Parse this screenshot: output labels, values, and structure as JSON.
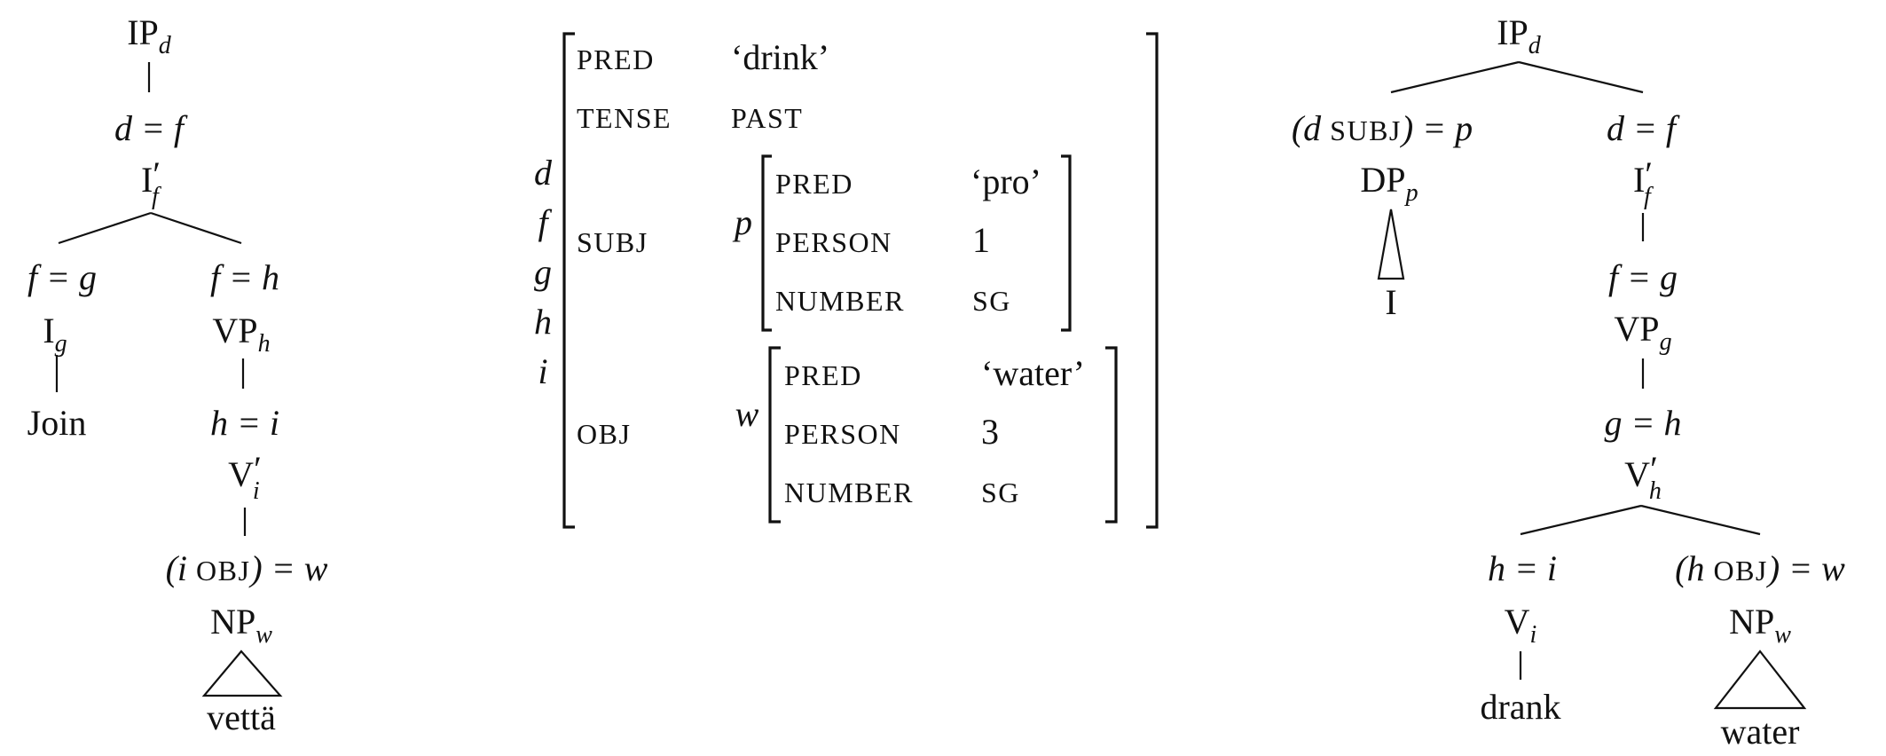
{
  "left_tree": {
    "ip_cat": "IP",
    "ip_sub": "d",
    "eq1": "d = f",
    "ibar_cat": "I",
    "ibar_prime": "′",
    "ibar_sub": "f",
    "eq_left": "f = g",
    "eq_right": "f = h",
    "i_cat": "I",
    "i_sub": "g",
    "join_word": "Join",
    "vp_cat": "VP",
    "vp_sub": "h",
    "eq_hi": "h = i",
    "vbar_cat": "V",
    "vbar_prime": "′",
    "vbar_sub": "i",
    "obj_open": "(i ",
    "obj_feat": "OBJ",
    "obj_close": ") = w",
    "np_cat": "NP",
    "np_sub": "w",
    "np_word": "vettä"
  },
  "fstructure": {
    "labels": [
      "d",
      "f",
      "g",
      "h",
      "i"
    ],
    "rows": [
      {
        "attr": "PRED",
        "value": "‘drink’"
      },
      {
        "attr": "TENSE",
        "value": "PAST"
      },
      {
        "attr": "SUBJ",
        "label": "p",
        "rows": [
          {
            "attr": "PRED",
            "value": "‘pro’"
          },
          {
            "attr": "PERSON",
            "value": "1"
          },
          {
            "attr": "NUMBER",
            "value": "SG"
          }
        ]
      },
      {
        "attr": "OBJ",
        "label": "w",
        "rows": [
          {
            "attr": "PRED",
            "value": "‘water’"
          },
          {
            "attr": "PERSON",
            "value": "3"
          },
          {
            "attr": "NUMBER",
            "value": "SG"
          }
        ]
      }
    ]
  },
  "right_tree": {
    "ip_cat": "IP",
    "ip_sub": "d",
    "subj_open": "(d ",
    "subj_feat": "SUBJ",
    "subj_close": ") = p",
    "eq_df": "d = f",
    "dp_cat": "DP",
    "dp_sub": "p",
    "dp_word": "I",
    "ibar_cat": "I",
    "ibar_prime": "′",
    "ibar_sub": "f",
    "eq_fg": "f = g",
    "vp_cat": "VP",
    "vp_sub": "g",
    "eq_gh": "g = h",
    "vbar_cat": "V",
    "vbar_prime": "′",
    "vbar_sub": "h",
    "eq_hi": "h = i",
    "obj_open": "(h ",
    "obj_feat": "OBJ",
    "obj_close": ") = w",
    "v_cat": "V",
    "v_sub": "i",
    "v_word": "drank",
    "np_cat": "NP",
    "np_sub": "w",
    "np_word": "water"
  }
}
